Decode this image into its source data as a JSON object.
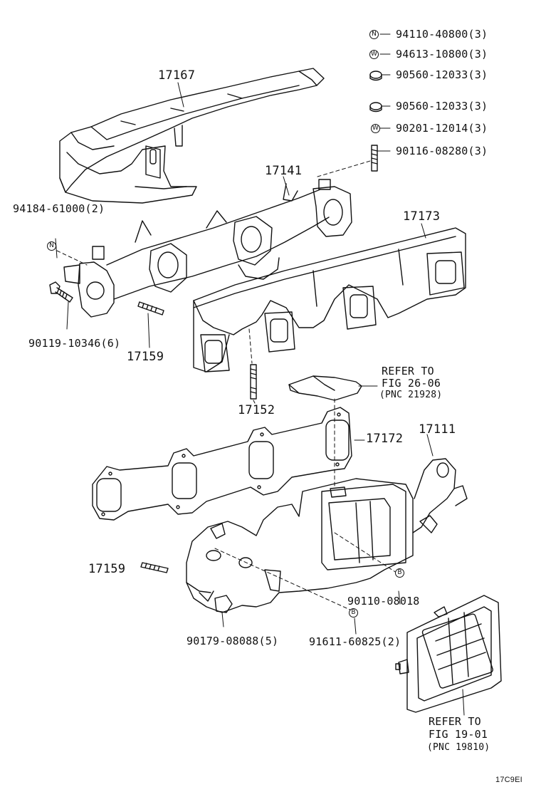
{
  "parts": {
    "p17167": "17167",
    "p17141": "17141",
    "p17173": "17173",
    "p17152": "17152",
    "p17172": "17172",
    "p17111": "17111",
    "p17159_upper": "17159",
    "p17159_lower": "17159",
    "n94184": "94184-61000(2)",
    "n90119": "90119-10346(6)",
    "n90110": "90110-08018",
    "n90179": "90179-08088(5)",
    "n91611": "91611-60825(2)"
  },
  "legend": [
    {
      "symbol": "N",
      "text": "94110-40800(3)"
    },
    {
      "symbol": "W",
      "text": "94613-10800(3)"
    },
    {
      "symbol": "",
      "text": "90560-12033(3)"
    },
    {
      "symbol": "",
      "text": "90560-12033(3)"
    },
    {
      "symbol": "W",
      "text": "90201-12014(3)"
    },
    {
      "symbol": "",
      "text": "90116-08280(3)"
    }
  ],
  "symbols": {
    "s94184": "N",
    "s90110": "B",
    "s91611": "B"
  },
  "refs": {
    "r1_line1": "REFER TO",
    "r1_line2": "FIG 26-06",
    "r1_line3": "(PNC 21928)",
    "r2_line1": "REFER TO",
    "r2_line2": "FIG 19-01",
    "r2_line3": "(PNC 19810)"
  },
  "figure_code": "17C9EI"
}
